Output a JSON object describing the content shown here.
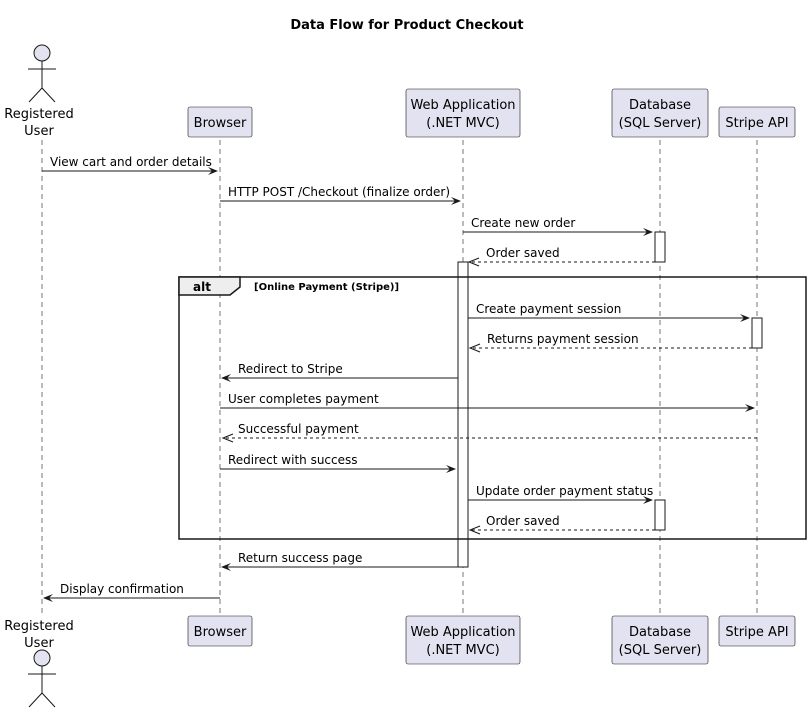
{
  "diagram": {
    "title": "Data Flow for Product Checkout",
    "participants": {
      "user": {
        "line1": "Registered",
        "line2": "User"
      },
      "browser": {
        "line1": "Browser"
      },
      "webapp": {
        "line1": "Web Application",
        "line2": "(.NET MVC)"
      },
      "db": {
        "line1": "Database",
        "line2": "(SQL Server)"
      },
      "stripe": {
        "line1": "Stripe API"
      }
    },
    "alt": {
      "label": "alt",
      "condition": "[Online Payment (Stripe)]"
    },
    "messages": [
      {
        "text": "View cart and order details"
      },
      {
        "text": "HTTP POST /Checkout (finalize order)"
      },
      {
        "text": "Create new order"
      },
      {
        "text": "Order saved"
      },
      {
        "text": "Create payment session"
      },
      {
        "text": "Returns payment session"
      },
      {
        "text": "Redirect to Stripe"
      },
      {
        "text": "User completes payment"
      },
      {
        "text": "Successful payment"
      },
      {
        "text": "Redirect with success"
      },
      {
        "text": "Update order payment status"
      },
      {
        "text": "Order saved"
      },
      {
        "text": "Return success page"
      },
      {
        "text": "Display confirmation"
      }
    ]
  }
}
